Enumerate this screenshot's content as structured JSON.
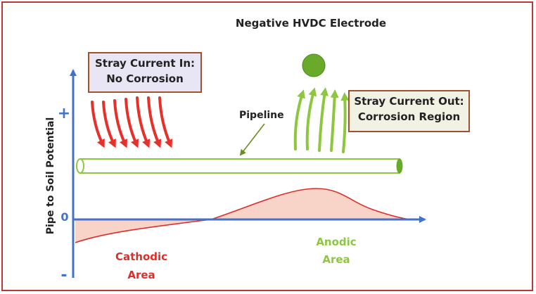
{
  "title": "Negative HVDC Electrode",
  "boxes": {
    "stray_in": {
      "line1": "Stray Current In:",
      "line2": "No Corrosion"
    },
    "stray_out": {
      "line1": "Stray Current Out:",
      "line2": "Corrosion Region"
    }
  },
  "pipeline_label": "Pipeline",
  "y_axis_label": "Pipe to Soil Potential",
  "y_ticks": {
    "plus": "+",
    "zero": "0",
    "minus": "-"
  },
  "areas": {
    "cathodic": {
      "line1": "Cathodic",
      "line2": "Area"
    },
    "anodic": {
      "line1": "Anodic",
      "line2": "Area"
    }
  },
  "colors": {
    "border": "#b53a3a",
    "axis": "#4472c4",
    "cathodic_text": "#d9302c",
    "anodic_text": "#8dc63f",
    "red_arrow": "#e8302a",
    "green_arrow": "#8dc63f",
    "curve": "#d9302c",
    "curve_fill": "#f8d3c7",
    "electrode": "#6aaa2a"
  }
}
